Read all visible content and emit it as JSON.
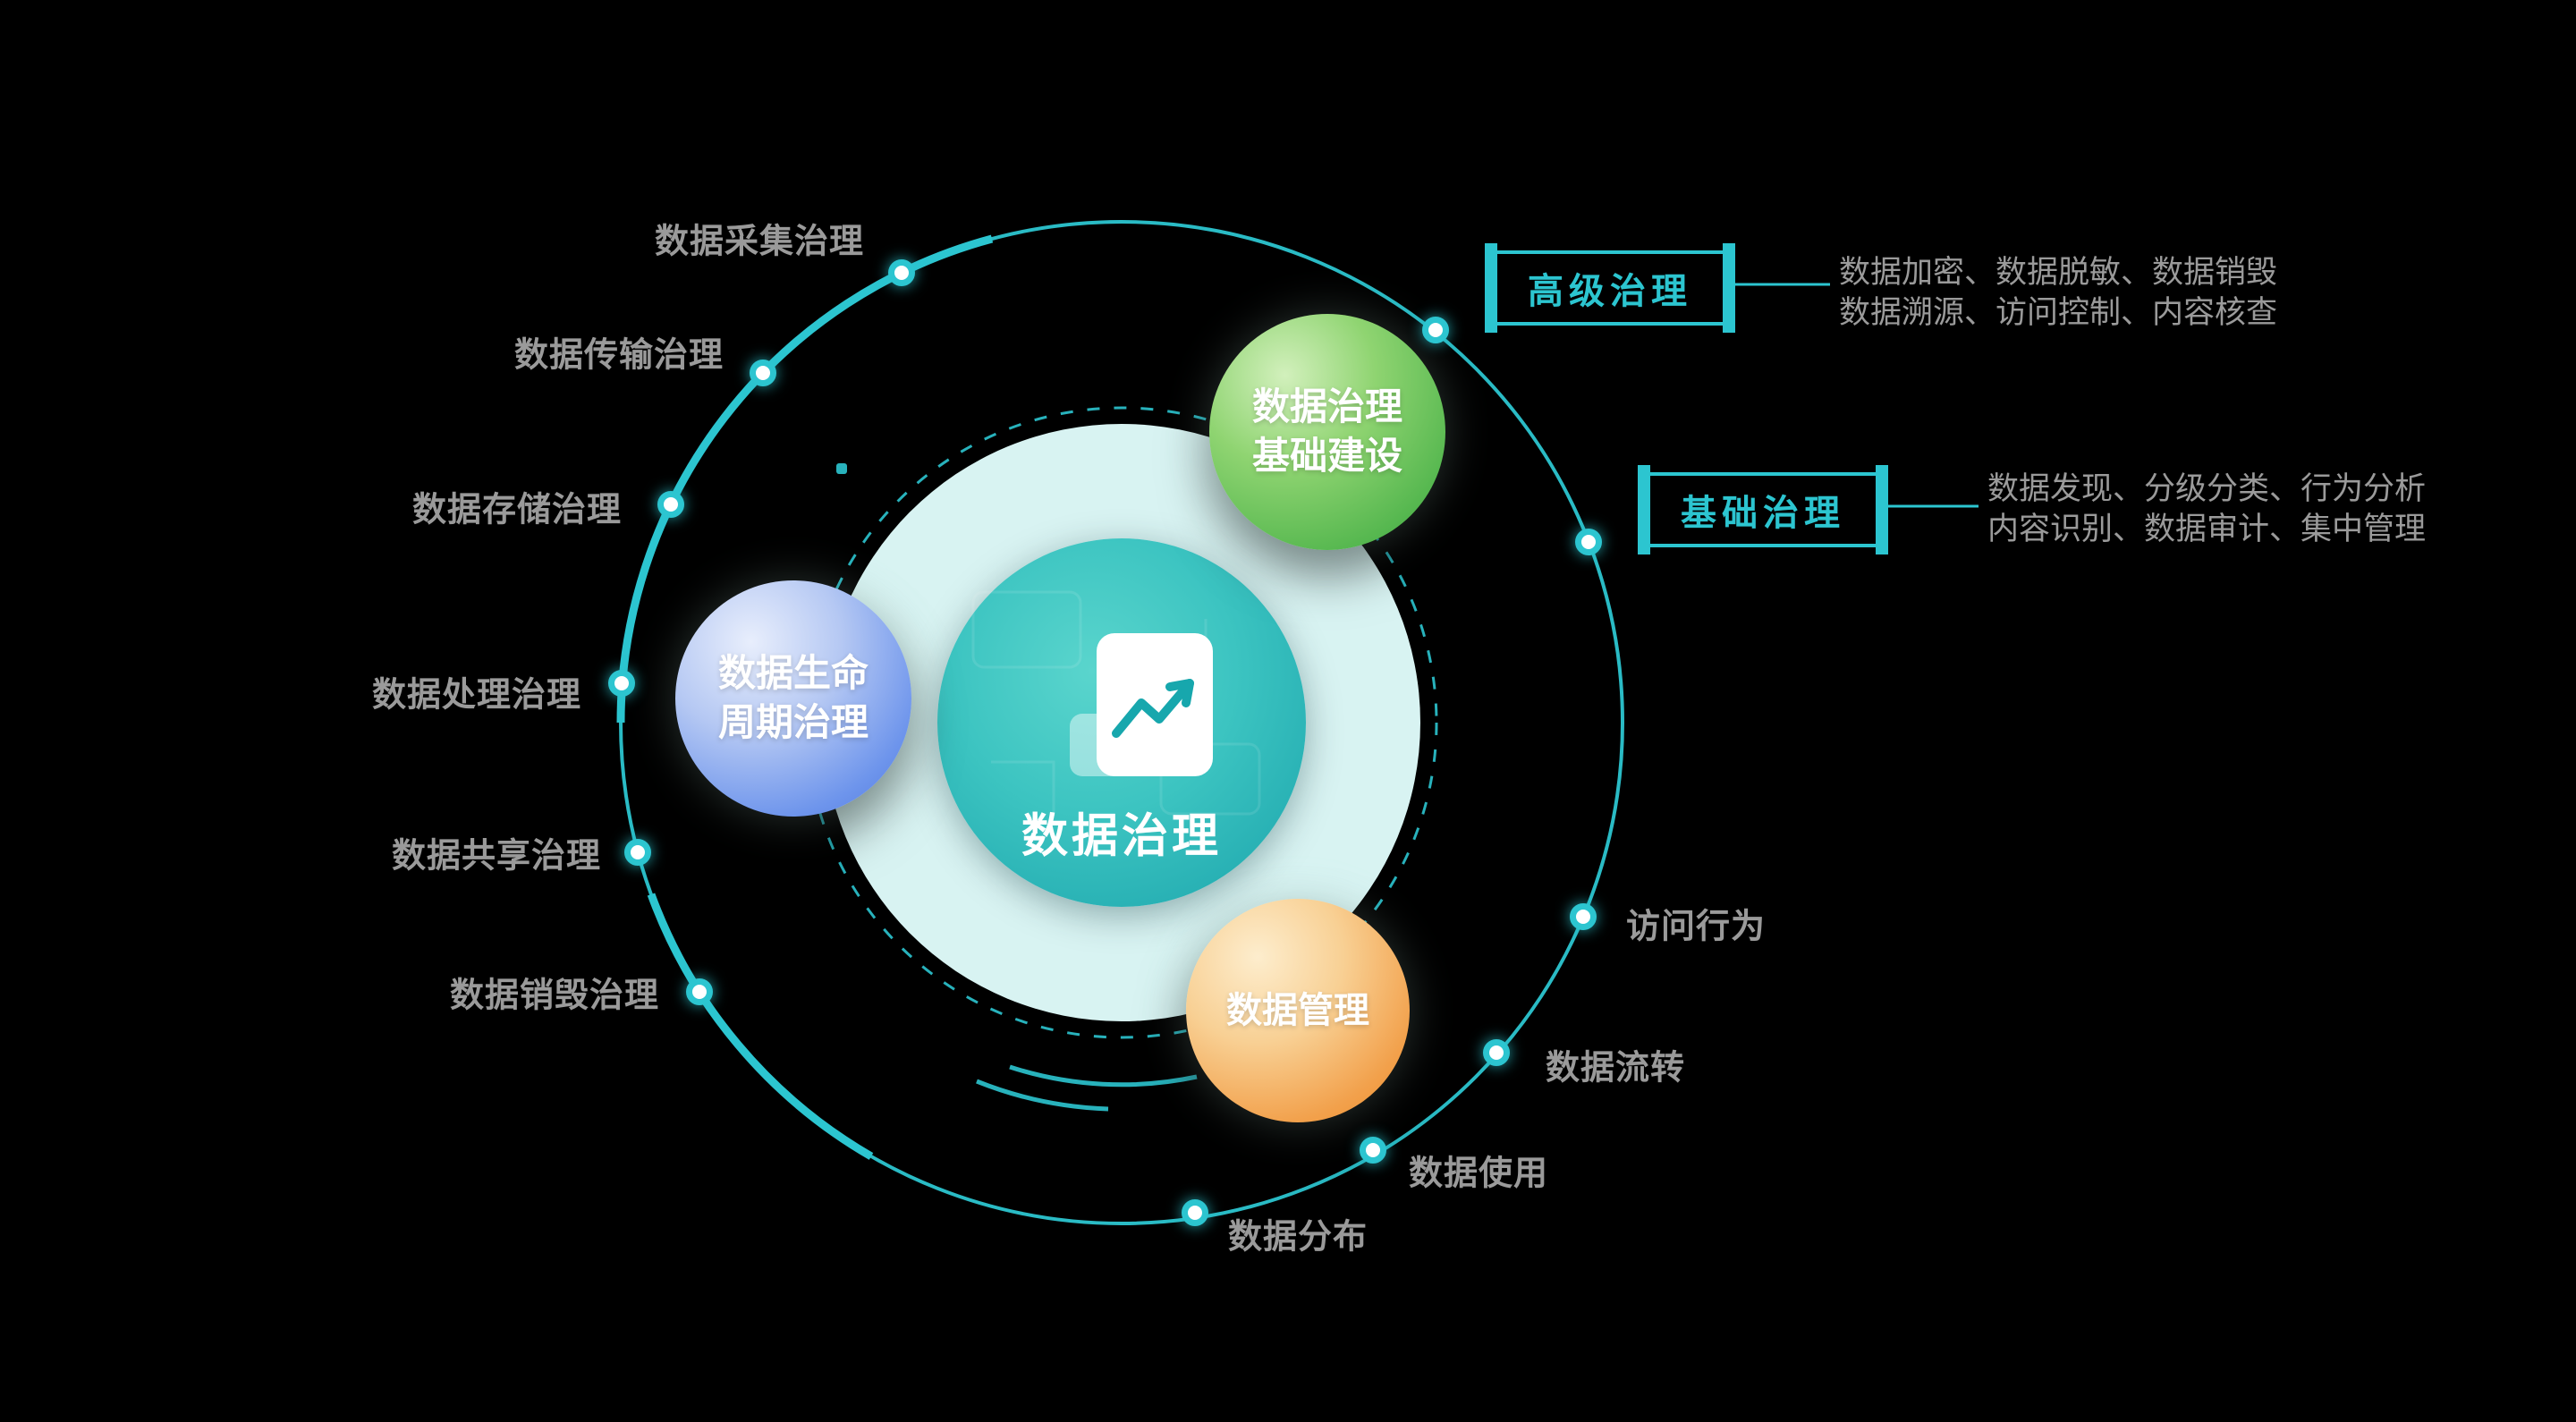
{
  "colors": {
    "accent_teal": "#2cc5d0",
    "pale_aqua": "#d8f3f2",
    "label_gray": "#9a9a9a",
    "bubble_green": "#55b74f",
    "bubble_blue": "#5e8cec",
    "bubble_orange": "#f09a35",
    "background": "#000000"
  },
  "center": {
    "label": "数据治理",
    "icon": "document-chart-icon"
  },
  "bubbles": {
    "infrastructure": {
      "line1": "数据治理",
      "line2": "基础建设"
    },
    "lifecycle": {
      "line1": "数据生命",
      "line2": "周期治理"
    },
    "management": {
      "line1": "数据管理"
    }
  },
  "orbit": {
    "left_labels": [
      "数据采集治理",
      "数据传输治理",
      "数据存储治理",
      "数据处理治理",
      "数据共享治理",
      "数据销毁治理"
    ],
    "bottom_right_labels": [
      "访问行为",
      "数据流转",
      "数据使用",
      "数据分布"
    ]
  },
  "callouts": {
    "advanced": {
      "title": "高级治理",
      "desc_line1": "数据加密、数据脱敏、数据销毁",
      "desc_line2": "数据溯源、访问控制、内容核查"
    },
    "basic": {
      "title": "基础治理",
      "desc_line1": "数据发现、分级分类、行为分析",
      "desc_line2": "内容识别、数据审计、集中管理"
    }
  }
}
